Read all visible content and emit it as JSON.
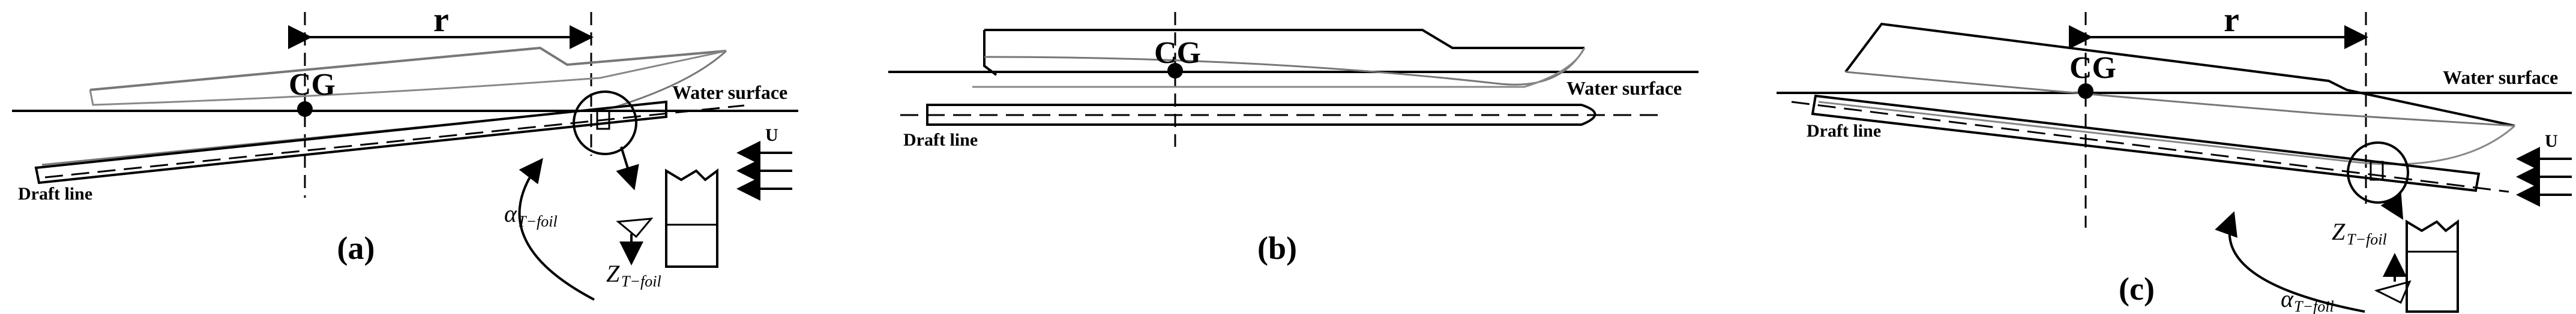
{
  "panels": [
    {
      "id": "a",
      "caption": "(a)",
      "cg_label": "CG",
      "r_label": "r",
      "water_surface_label": "Water surface",
      "draft_line_label": "Draft line",
      "flow_label": "U",
      "alpha_symbol": "α",
      "alpha_subscript": "T−foil",
      "z_symbol": "Z",
      "z_subscript": "T−foil"
    },
    {
      "id": "b",
      "caption": "(b)",
      "cg_label": "CG",
      "water_surface_label": "Water surface",
      "draft_line_label": "Draft line"
    },
    {
      "id": "c",
      "caption": "(c)",
      "cg_label": "CG",
      "r_label": "r",
      "water_surface_label": "Water surface",
      "draft_line_label": "Draft line",
      "flow_label": "U",
      "alpha_symbol": "α",
      "alpha_subscript": "T−foil",
      "z_symbol": "Z",
      "z_subscript": "T−foil"
    }
  ],
  "colors": {
    "line": "#000000",
    "hull_outline": "#7a7a7a",
    "background": "#ffffff"
  }
}
